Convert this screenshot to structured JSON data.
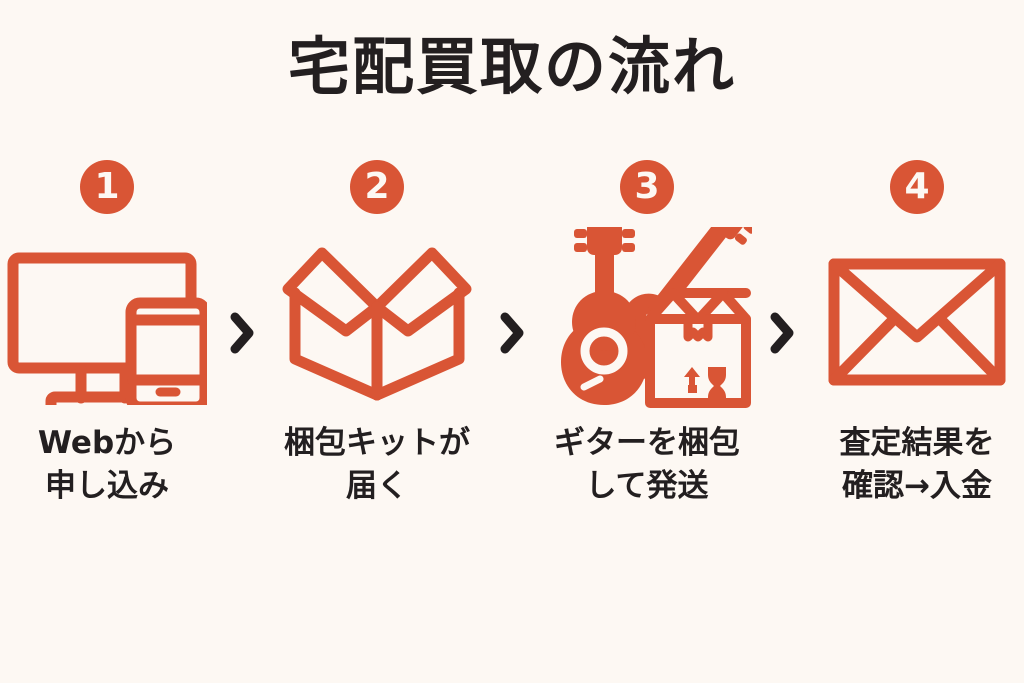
{
  "page": {
    "title": "宅配買取の流れ",
    "background_color": "#fdf8f3",
    "accent_color": "#d95535",
    "text_color": "#231f20"
  },
  "separator": {
    "glyph": "chevron-right",
    "color": "#231f20",
    "count": 3
  },
  "steps": [
    {
      "number": "1",
      "icon": "monitor-smartphone-icon",
      "caption": "Webから\n申し込み"
    },
    {
      "number": "2",
      "icon": "open-box-icon",
      "caption": "梱包キットが\n届く"
    },
    {
      "number": "3",
      "icon": "guitars-with-package-icon",
      "caption": "ギターを梱包\nして発送"
    },
    {
      "number": "4",
      "icon": "envelope-icon",
      "caption": "査定結果を\n確認→入金"
    }
  ]
}
